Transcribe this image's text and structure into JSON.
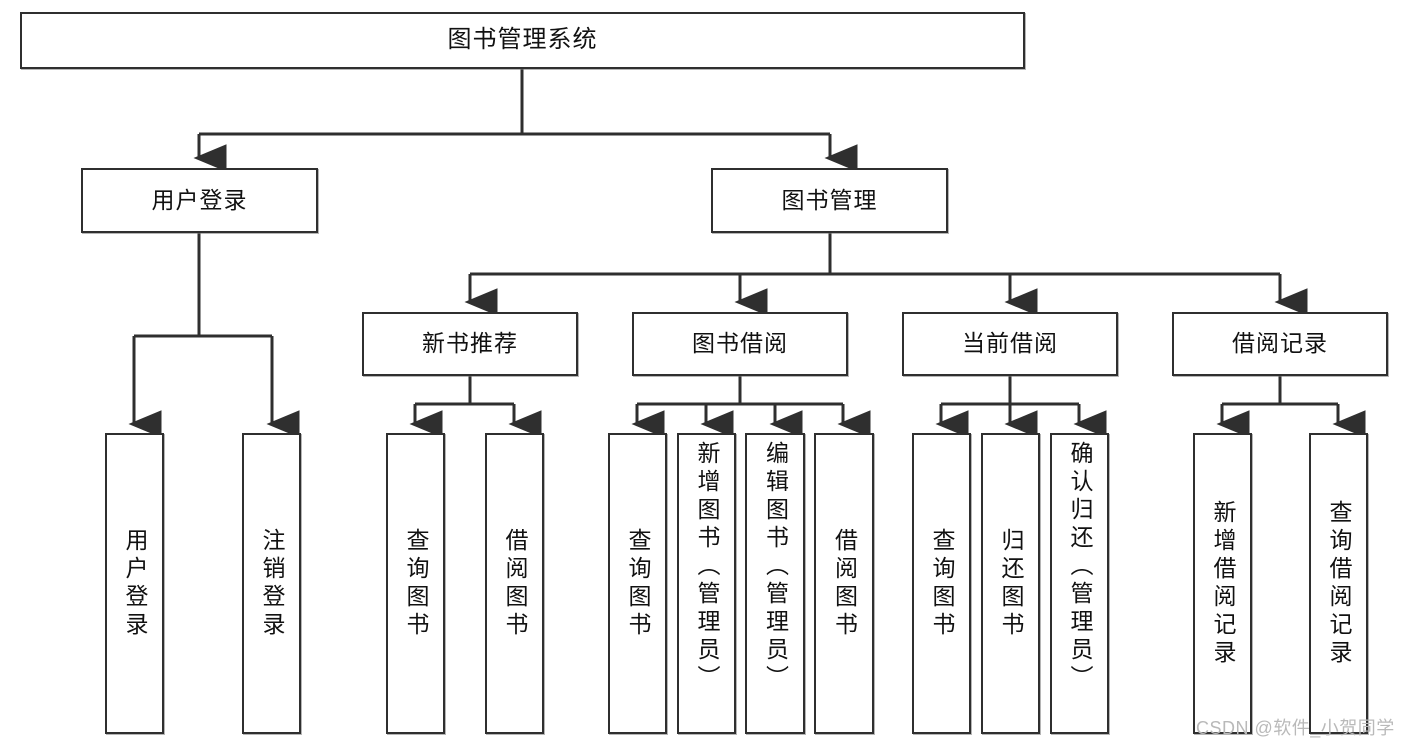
{
  "diagram": {
    "title": "图书管理系统",
    "type": "tree-hierarchy-chart",
    "stroke_color": "#2f2f2f",
    "fill_color": "#ffffff",
    "text_color": "#111111"
  },
  "root": {
    "label": "图书管理系统"
  },
  "level2": [
    {
      "label": "用户登录"
    },
    {
      "label": "图书管理"
    }
  ],
  "level3": [
    {
      "label": "新书推荐"
    },
    {
      "label": "图书借阅"
    },
    {
      "label": "当前借阅"
    },
    {
      "label": "借阅记录"
    }
  ],
  "leaves": {
    "user_login": [
      {
        "label": "用户登录"
      },
      {
        "label": "注销登录"
      }
    ],
    "new_book": [
      {
        "label": "查询图书"
      },
      {
        "label": "借阅图书"
      }
    ],
    "book_borrow": [
      {
        "label": "查询图书"
      },
      {
        "label": "新增图书（管理员）"
      },
      {
        "label": "编辑图书（管理员）"
      },
      {
        "label": "借阅图书"
      }
    ],
    "current_borrow": [
      {
        "label": "查询图书"
      },
      {
        "label": "归还图书"
      },
      {
        "label": "确认归还（管理员）"
      }
    ],
    "borrow_record": [
      {
        "label": "新增借阅记录"
      },
      {
        "label": "查询借阅记录"
      }
    ]
  },
  "watermark": {
    "text": "CSDN @软件_小贺同学"
  }
}
